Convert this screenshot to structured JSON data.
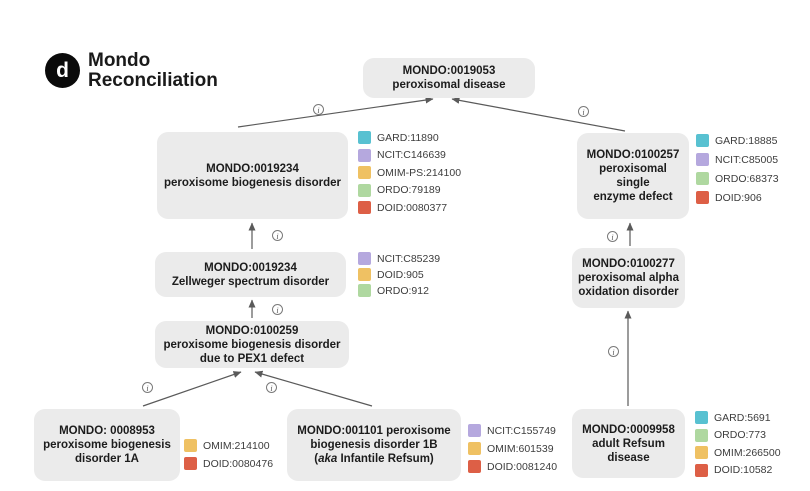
{
  "title": {
    "panel_label": "d",
    "line1": "Mondo",
    "line2": "Reconciliation"
  },
  "icons": {
    "info_glyph": "i"
  },
  "colors": {
    "gard": "#58c1d1",
    "ncit": "#b5a8de",
    "omim": "#efc163",
    "ordo": "#afd8a0",
    "doid": "#dd5f46",
    "node_background": "#ebebeb",
    "arrow": "#5a5a5a"
  },
  "nodes": [
    {
      "id": "peroxisomal-disease",
      "lines": [
        "MONDO:0019053",
        "peroxisomal disease"
      ],
      "annotations": []
    },
    {
      "id": "peroxisome-biogenesis-disorder",
      "lines": [
        "MONDO:0019234",
        "peroxisome biogenesis disorder"
      ],
      "annotations": [
        {
          "label": "GARD:11890",
          "color": "#58c1d1"
        },
        {
          "label": "NCIT:C146639",
          "color": "#b5a8de"
        },
        {
          "label": "OMIM-PS:214100",
          "color": "#efc163"
        },
        {
          "label": "ORDO:79189",
          "color": "#afd8a0"
        },
        {
          "label": "DOID:0080377",
          "color": "#dd5f46"
        }
      ]
    },
    {
      "id": "peroxisomal-single-enzyme-defect",
      "lines": [
        "MONDO:0100257",
        "peroxisomal single",
        "enzyme defect"
      ],
      "annotations": [
        {
          "label": "GARD:18885",
          "color": "#58c1d1"
        },
        {
          "label": "NCIT:C85005",
          "color": "#b5a8de"
        },
        {
          "label": "ORDO:68373",
          "color": "#afd8a0"
        },
        {
          "label": "DOID:906",
          "color": "#dd5f46"
        }
      ]
    },
    {
      "id": "zellweger-spectrum-disorder",
      "lines": [
        "MONDO:0019234",
        "Zellweger spectrum disorder"
      ],
      "annotations": [
        {
          "label": "NCIT:C85239",
          "color": "#b5a8de"
        },
        {
          "label": "DOID:905",
          "color": "#efc163"
        },
        {
          "label": "ORDO:912",
          "color": "#afd8a0"
        }
      ]
    },
    {
      "id": "pbd-due-to-pex1-defect",
      "lines": [
        "MONDO:0100259",
        "peroxisome biogenesis disorder",
        "due to PEX1 defect"
      ],
      "annotations": []
    },
    {
      "id": "pbd-disorder-1a",
      "lines": [
        "MONDO: 0008953",
        "peroxisome biogenesis",
        "disorder 1A"
      ],
      "annotations": [
        {
          "label": "OMIM:214100",
          "color": "#efc163"
        },
        {
          "label": "DOID:0080476",
          "color": "#dd5f46"
        }
      ]
    },
    {
      "id": "pbd-disorder-1b",
      "lines": [
        "MONDO:001101 peroxisome",
        "biogenesis disorder 1B"
      ],
      "line3": {
        "open": "(",
        "italic": "aka",
        "rest": " Infantile Refsum)"
      },
      "annotations": [
        {
          "label": "NCIT:C155749",
          "color": "#b5a8de"
        },
        {
          "label": "OMIM:601539",
          "color": "#efc163"
        },
        {
          "label": "DOID:0081240",
          "color": "#dd5f46"
        }
      ]
    },
    {
      "id": "peroxisomal-alpha-oxidation-disorder",
      "lines": [
        "MONDO:0100277",
        "peroxisomal alpha",
        "oxidation disorder"
      ],
      "annotations": []
    },
    {
      "id": "adult-refsum-disease",
      "lines": [
        "MONDO:0009958",
        "adult Refsum",
        "disease"
      ],
      "annotations": [
        {
          "label": "GARD:5691",
          "color": "#58c1d1"
        },
        {
          "label": "ORDO:773",
          "color": "#afd8a0"
        },
        {
          "label": "OMIM:266500",
          "color": "#efc163"
        },
        {
          "label": "DOID:10582",
          "color": "#dd5f46"
        }
      ]
    }
  ]
}
